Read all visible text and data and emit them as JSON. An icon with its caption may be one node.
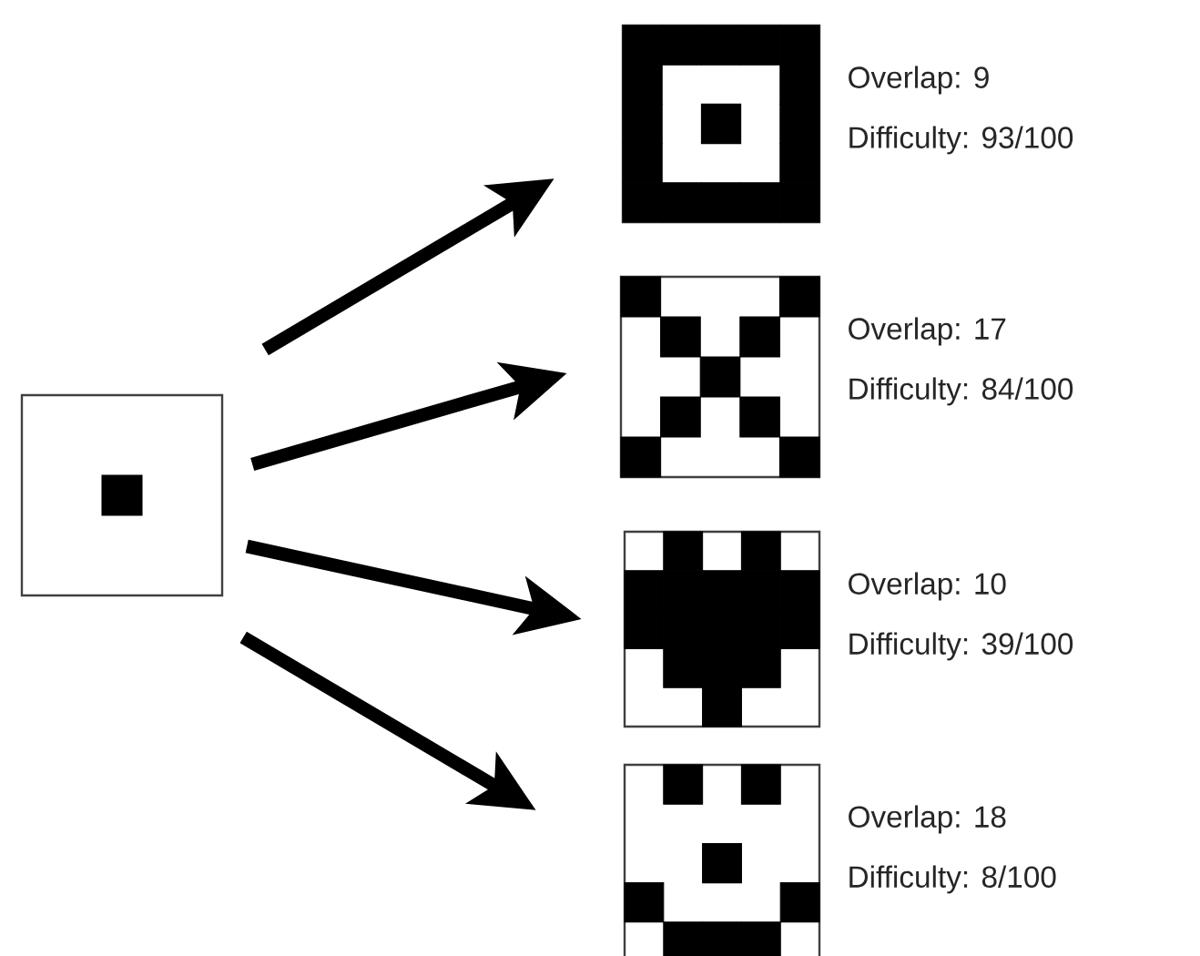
{
  "diagram": {
    "nodes": [
      {
        "text": [],
        "shape": "box"
      },
      {
        "text": [],
        "shape": "box",
        "beside": [
          "Overlap: 9",
          "Difficulty: 93/100"
        ]
      },
      {
        "text": [],
        "shape": "box",
        "beside": [
          "Overlap: 17",
          "Difficulty: 84/100"
        ]
      },
      {
        "text": [],
        "shape": "box",
        "beside": [
          "Overlap: 10",
          "Difficulty: 39/100"
        ]
      },
      {
        "text": [],
        "shape": "box",
        "beside": [
          "Overlap: 18",
          "Difficulty: 8/100"
        ]
      }
    ],
    "edges": [
      {
        "from": 0,
        "to": 1,
        "arrow": "to"
      },
      {
        "from": 0,
        "to": 2,
        "arrow": "to"
      },
      {
        "from": 0,
        "to": 3,
        "arrow": "to"
      },
      {
        "from": 0,
        "to": 4,
        "arrow": "to"
      }
    ]
  }
}
